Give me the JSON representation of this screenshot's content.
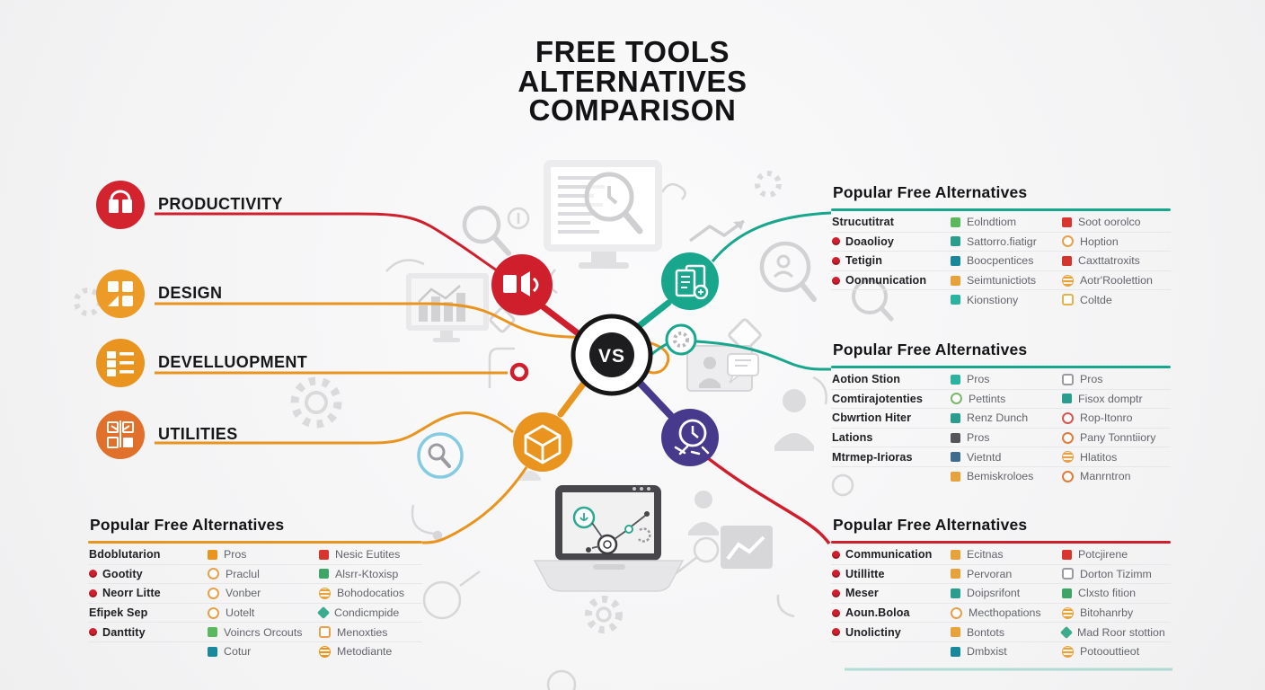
{
  "page": {
    "title_lines": [
      "FREE TOOLS",
      "ALTERNATIVES",
      "COMPARISON"
    ],
    "vs": "VS"
  },
  "accent_colors": {
    "red": "#cf1f2d",
    "orange": "#e8941f",
    "teal": "#18a68c",
    "purple": "#47398c"
  },
  "categories": [
    {
      "label": "PRODUCTIVITY",
      "color": "#d2232e"
    },
    {
      "label": "DESIGN",
      "color": "#eb9b26"
    },
    {
      "label": "DEVELLUOPMENT",
      "color": "#e8941f"
    },
    {
      "label": "UTILITIES",
      "color": "#e1712a"
    }
  ],
  "tables": [
    {
      "id": "top-right",
      "title": "Popular Free Alternatives",
      "accent": "#18a68c",
      "rows": [
        {
          "name": "Strucutitrat",
          "dot": false,
          "alt1": {
            "text": "Eolndtiom",
            "shape": "square",
            "color": "#5cb85c"
          },
          "alt2": {
            "text": "Soot oorolco",
            "shape": "square",
            "color": "#d9342e"
          }
        },
        {
          "name": "Doaolioy",
          "dot": true,
          "alt1": {
            "text": "Sattorro.fiatigr",
            "shape": "square",
            "color": "#2a9d8f"
          },
          "alt2": {
            "text": "Hoption",
            "shape": "circle-outline",
            "color": "#e8a04b"
          }
        },
        {
          "name": "Tetigin",
          "dot": true,
          "alt1": {
            "text": "Boocpentices",
            "shape": "square",
            "color": "#17899b"
          },
          "alt2": {
            "text": "Caxttatroxits",
            "shape": "square",
            "color": "#d23430"
          }
        },
        {
          "name": "Oonnunication",
          "dot": true,
          "alt1": {
            "text": "Seimtunictiots",
            "shape": "square",
            "color": "#e8a23c"
          },
          "alt2": {
            "text": "Aotr'Roolettion",
            "shape": "coins",
            "color": "#e8a23c"
          }
        },
        {
          "name": "",
          "dot": false,
          "alt1": {
            "text": "Kionstiony",
            "shape": "square",
            "color": "#2ab3a0"
          },
          "alt2": {
            "text": "Coltde",
            "shape": "square-outline",
            "color": "#e0b44a"
          }
        }
      ]
    },
    {
      "id": "mid-right",
      "title": "Popular Free Alternatives",
      "accent": "#18a68c",
      "rows": [
        {
          "name": "Aotion Stion",
          "dot": false,
          "alt1": {
            "text": "Pros",
            "shape": "square",
            "color": "#2ab3a0"
          },
          "alt2": {
            "text": "Pros",
            "shape": "square-outline",
            "color": "#9a9aa0"
          }
        },
        {
          "name": "Comtirajotenties",
          "dot": false,
          "alt1": {
            "text": "Pettints",
            "shape": "circle-outline",
            "color": "#7cb66b"
          },
          "alt2": {
            "text": "Fisox domptr",
            "shape": "square",
            "color": "#2a9d8f"
          }
        },
        {
          "name": "Cbwrtion Hiter",
          "dot": false,
          "alt1": {
            "text": "Renz Dunch",
            "shape": "square",
            "color": "#2a9d8f"
          },
          "alt2": {
            "text": "Rop-Itonro",
            "shape": "circle-outline",
            "color": "#d9534f"
          }
        },
        {
          "name": "Lations",
          "dot": false,
          "alt1": {
            "text": "Pros",
            "shape": "square",
            "color": "#55555a"
          },
          "alt2": {
            "text": "Pany Tonntiiory",
            "shape": "circle-outline",
            "color": "#e07b39"
          }
        },
        {
          "name": "Mtrmep-Irioras",
          "dot": false,
          "alt1": {
            "text": "Vietntd",
            "shape": "square",
            "color": "#3f6c8e"
          },
          "alt2": {
            "text": "Hlatitos",
            "shape": "coins",
            "color": "#e8a04b"
          }
        },
        {
          "name": "",
          "dot": false,
          "alt1": {
            "text": "Bemiskroloes",
            "shape": "square",
            "color": "#e8a23c"
          },
          "alt2": {
            "text": "Manrntron",
            "shape": "circle-outline",
            "color": "#e07b39"
          }
        }
      ]
    },
    {
      "id": "bottom-right",
      "title": "Popular Free Alternatives",
      "accent": "#cf1f2d",
      "rows": [
        {
          "name": "Communication",
          "dot": true,
          "alt1": {
            "text": "Ecitnas",
            "shape": "square",
            "color": "#e8a23c"
          },
          "alt2": {
            "text": "Potcjirene",
            "shape": "square",
            "color": "#d9342e"
          }
        },
        {
          "name": "Utillitte",
          "dot": true,
          "alt1": {
            "text": "Pervoran",
            "shape": "square",
            "color": "#e8a23c"
          },
          "alt2": {
            "text": "Dorton Tizimm",
            "shape": "square-outline",
            "color": "#9a9aa0"
          }
        },
        {
          "name": "Meser",
          "dot": true,
          "alt1": {
            "text": "Doipsrifont",
            "shape": "square",
            "color": "#2a9d8f"
          },
          "alt2": {
            "text": "Clxsto fition",
            "shape": "square",
            "color": "#3da667"
          }
        },
        {
          "name": "Aoun.Boloa",
          "dot": true,
          "alt1": {
            "text": "Mecthopations",
            "shape": "circle-outline",
            "color": "#e8a04b"
          },
          "alt2": {
            "text": "Bitohanrby",
            "shape": "coins",
            "color": "#e8a23c"
          }
        },
        {
          "name": "Unolictiny",
          "dot": true,
          "alt1": {
            "text": "Bontots",
            "shape": "square",
            "color": "#e8a23c"
          },
          "alt2": {
            "text": "Mad Roor stottion",
            "shape": "diamond",
            "color": "#3dab8e"
          }
        },
        {
          "name": "",
          "dot": false,
          "alt1": {
            "text": "Dmbxist",
            "shape": "square",
            "color": "#17899b"
          },
          "alt2": {
            "text": "Potoouttieot",
            "shape": "coins",
            "color": "#e8a23c"
          }
        }
      ]
    },
    {
      "id": "bottom-left",
      "title": "Popular Free Alternatives",
      "accent": "#e8941f",
      "rows": [
        {
          "name": "Bdoblutarion",
          "dot": false,
          "alt1": {
            "text": "Pros",
            "shape": "square",
            "color": "#e8941f"
          },
          "alt2": {
            "text": "Nesic Eutites",
            "shape": "square",
            "color": "#d9342e"
          }
        },
        {
          "name": "Gootity",
          "dot": true,
          "alt1": {
            "text": "Praclul",
            "shape": "circle-outline",
            "color": "#e8a04b"
          },
          "alt2": {
            "text": "Alsrr-Ktoxisp",
            "shape": "square",
            "color": "#3da667"
          }
        },
        {
          "name": "Neorr Litte",
          "dot": true,
          "alt1": {
            "text": "Vonber",
            "shape": "circle-outline",
            "color": "#e8a04b"
          },
          "alt2": {
            "text": "Bohodocatios",
            "shape": "coins",
            "color": "#e8a23c"
          }
        },
        {
          "name": "Efipek Sep",
          "dot": false,
          "alt1": {
            "text": "Uotelt",
            "shape": "circle-outline",
            "color": "#e8a04b"
          },
          "alt2": {
            "text": "Condicmpide",
            "shape": "diamond",
            "color": "#3dab8e"
          }
        },
        {
          "name": "Danttity",
          "dot": true,
          "alt1": {
            "text": "Voincrs Orcouts",
            "shape": "square",
            "color": "#5cb85c"
          },
          "alt2": {
            "text": "Menoxties",
            "shape": "square-outline",
            "color": "#e8a04b"
          }
        },
        {
          "name": "",
          "dot": false,
          "alt1": {
            "text": "Cotur",
            "shape": "square",
            "color": "#17899b"
          },
          "alt2": {
            "text": "Metodiante",
            "shape": "coins",
            "color": "#e8941f"
          }
        }
      ]
    }
  ]
}
